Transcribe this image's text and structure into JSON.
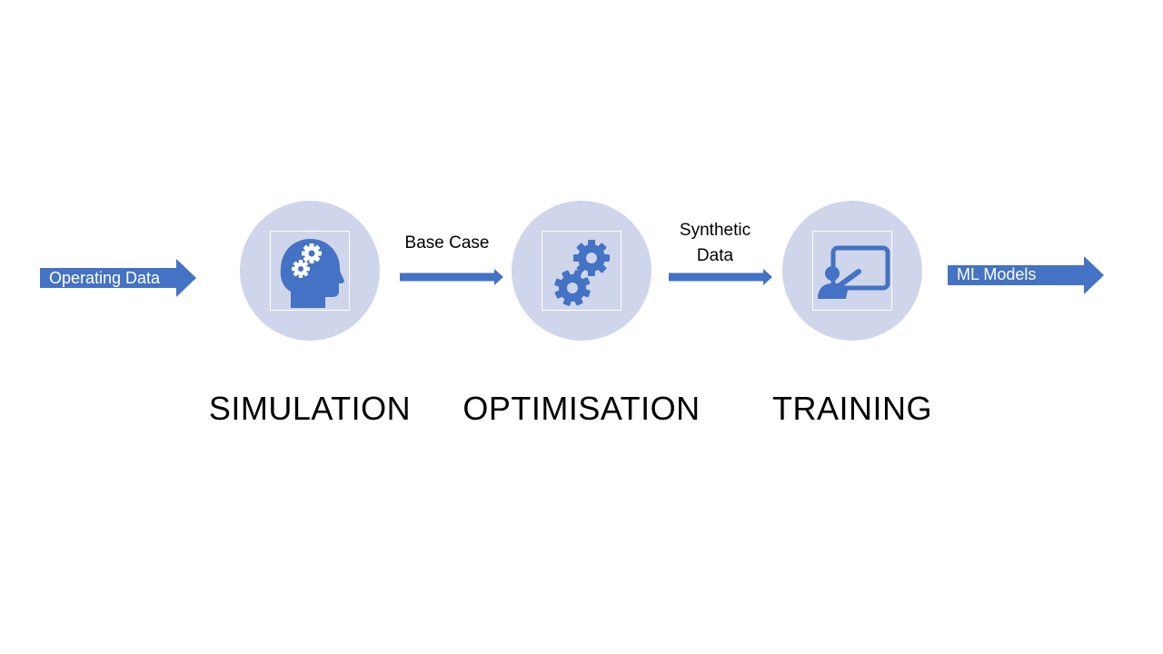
{
  "colors": {
    "arrow_fill": "#4472c4",
    "circle_fill": "#cfd5ea",
    "icon_fill": "#4472c4",
    "text": "#000000"
  },
  "flow": {
    "input_label": "Operating Data",
    "output_label": "ML Models"
  },
  "stages": [
    {
      "label": "SIMULATION",
      "icon": "head-gears-icon"
    },
    {
      "label": "OPTIMISATION",
      "icon": "gears-icon"
    },
    {
      "label": "TRAINING",
      "icon": "presentation-board-icon"
    }
  ],
  "connectors": [
    {
      "line1": "Base Case"
    },
    {
      "line1": "Synthetic",
      "line2": "Data"
    }
  ]
}
